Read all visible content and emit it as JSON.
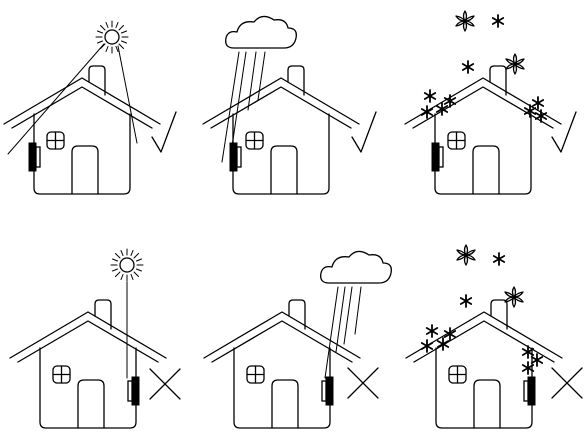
{
  "diagram": {
    "panels": [
      {
        "weather": "sun",
        "unit_side": "left",
        "verdict": "check"
      },
      {
        "weather": "rain",
        "unit_side": "left",
        "verdict": "check"
      },
      {
        "weather": "snow",
        "unit_side": "left",
        "verdict": "check"
      },
      {
        "weather": "sun",
        "unit_side": "right",
        "verdict": "cross"
      },
      {
        "weather": "rain",
        "unit_side": "right",
        "verdict": "cross"
      },
      {
        "weather": "snow",
        "unit_side": "right",
        "verdict": "cross"
      }
    ],
    "icons": {
      "sun": "sun-icon",
      "cloud": "rain-cloud-icon",
      "snowflake": "snowflake-icon",
      "house": "house-icon",
      "unit": "outdoor-unit-icon",
      "check": "check-mark-icon",
      "cross": "cross-mark-icon"
    }
  }
}
